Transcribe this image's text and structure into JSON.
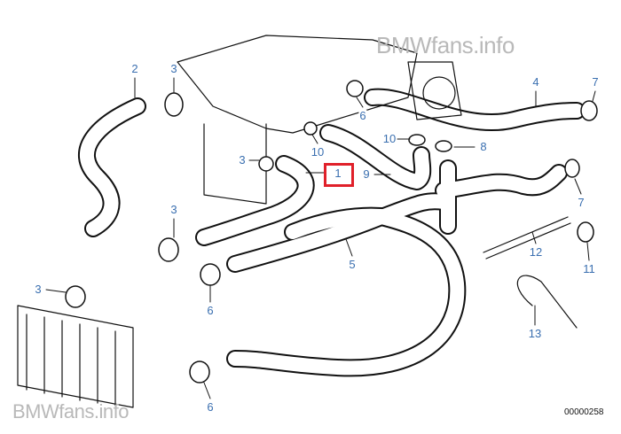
{
  "watermarks": [
    "BMWfans.info",
    "BMWfans.info"
  ],
  "diagram_code": "00000258",
  "highlighted_part": "1",
  "highlight_color": "#e0202a",
  "label_color": "#3a6fb0",
  "callouts": [
    "2",
    "3",
    "6",
    "4",
    "7",
    "10",
    "10",
    "8",
    "1",
    "9",
    "3",
    "3",
    "7",
    "5",
    "12",
    "11",
    "3",
    "6",
    "13",
    "6"
  ]
}
